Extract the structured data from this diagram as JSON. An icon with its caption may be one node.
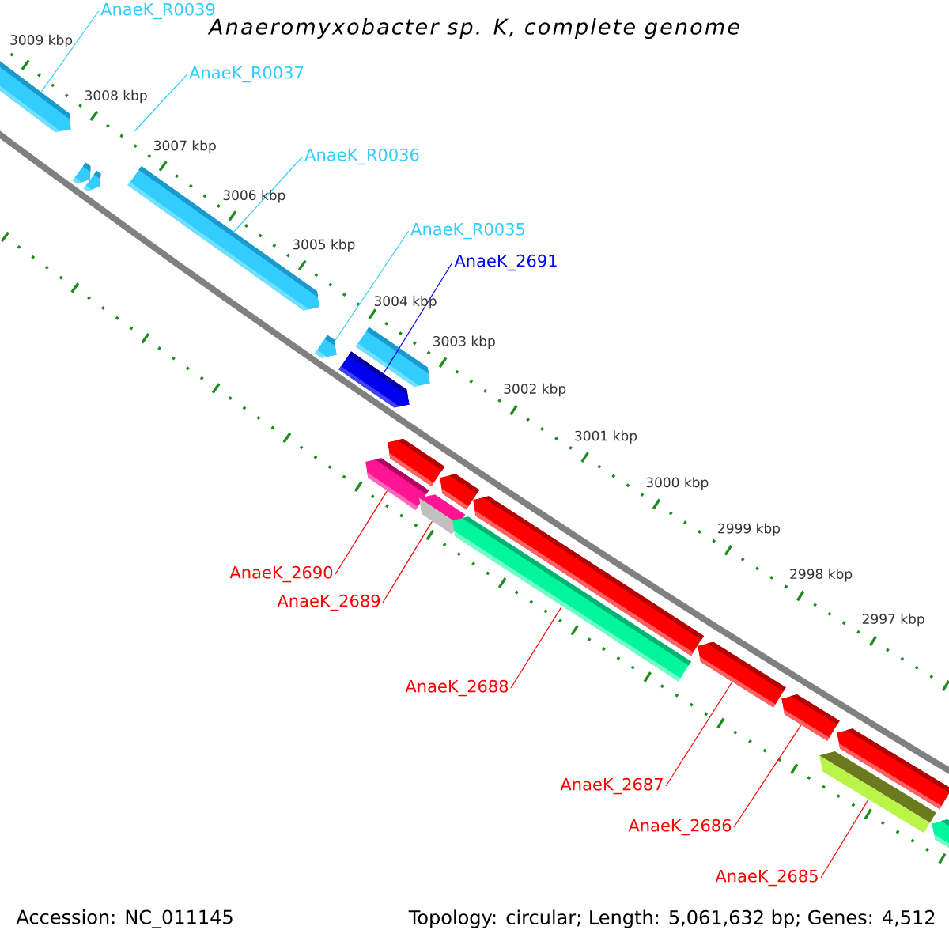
{
  "diagram": {
    "title": "Anaeromyxobacter sp. K, complete genome",
    "nodes": [
      {
        "text": [
          "AnaeK_R0039"
        ]
      },
      {
        "text": [
          "AnaeK_R0037"
        ]
      },
      {
        "text": [
          "AnaeK_R0036"
        ]
      },
      {
        "text": [
          "AnaeK_R0035"
        ]
      },
      {
        "text": [
          "AnaeK_2691"
        ]
      },
      {
        "text": [
          "AnaeK_2690"
        ]
      },
      {
        "text": [
          "AnaeK_2689"
        ]
      },
      {
        "text": [
          "AnaeK_2688"
        ]
      },
      {
        "text": [
          "AnaeK_2687"
        ]
      },
      {
        "text": [
          "AnaeK_2686"
        ]
      },
      {
        "text": [
          "AnaeK_2685"
        ]
      },
      {
        "text": [],
        "shape": "bar"
      },
      {
        "text": [],
        "shape": "bar"
      },
      {
        "text": [],
        "shape": "bar"
      },
      {
        "text": [],
        "shape": "bar"
      },
      {
        "text": [],
        "shape": "bar"
      },
      {
        "text": [],
        "shape": "bar"
      },
      {
        "text": [],
        "shape": "bar"
      },
      {
        "text": [],
        "shape": "bar"
      },
      {
        "text": [],
        "shape": "bar"
      },
      {
        "text": [],
        "shape": "bar"
      }
    ],
    "edges": [
      {
        "from": 0,
        "to": 11,
        "arrow": "none",
        "color": "#33ccff"
      },
      {
        "from": 1,
        "to": null,
        "arrow": "none",
        "color": "#33ccff"
      },
      {
        "from": 2,
        "to": 12,
        "arrow": "none",
        "color": "#33ccff"
      },
      {
        "from": 3,
        "to": 13,
        "arrow": "none",
        "color": "#33ccff"
      },
      {
        "from": 4,
        "to": 14,
        "arrow": "none",
        "color": "#0000ff"
      },
      {
        "from": 5,
        "to": 15,
        "arrow": "none",
        "color": "#ff0000"
      },
      {
        "from": 6,
        "to": 16,
        "arrow": "none",
        "color": "#ff0000"
      },
      {
        "from": 7,
        "to": 17,
        "arrow": "none",
        "color": "#ff0000"
      },
      {
        "from": 8,
        "to": 18,
        "arrow": "none",
        "color": "#ff0000"
      },
      {
        "from": 9,
        "to": 19,
        "arrow": "none",
        "color": "#ff0000"
      },
      {
        "from": 10,
        "to": 20,
        "arrow": "none",
        "color": "#ff0000"
      }
    ],
    "labels": [
      "3009 kbp",
      "3008 kbp",
      "3007 kbp",
      "3006 kbp",
      "3005 kbp",
      "3004 kbp",
      "3003 kbp",
      "3002 kbp",
      "3001 kbp",
      "3000 kbp",
      "2999 kbp",
      "2998 kbp",
      "2997 kbp",
      "Accession: NC_011145",
      "Topology: circular; Length: 5,061,632 bp; Genes: 4,512"
    ]
  }
}
